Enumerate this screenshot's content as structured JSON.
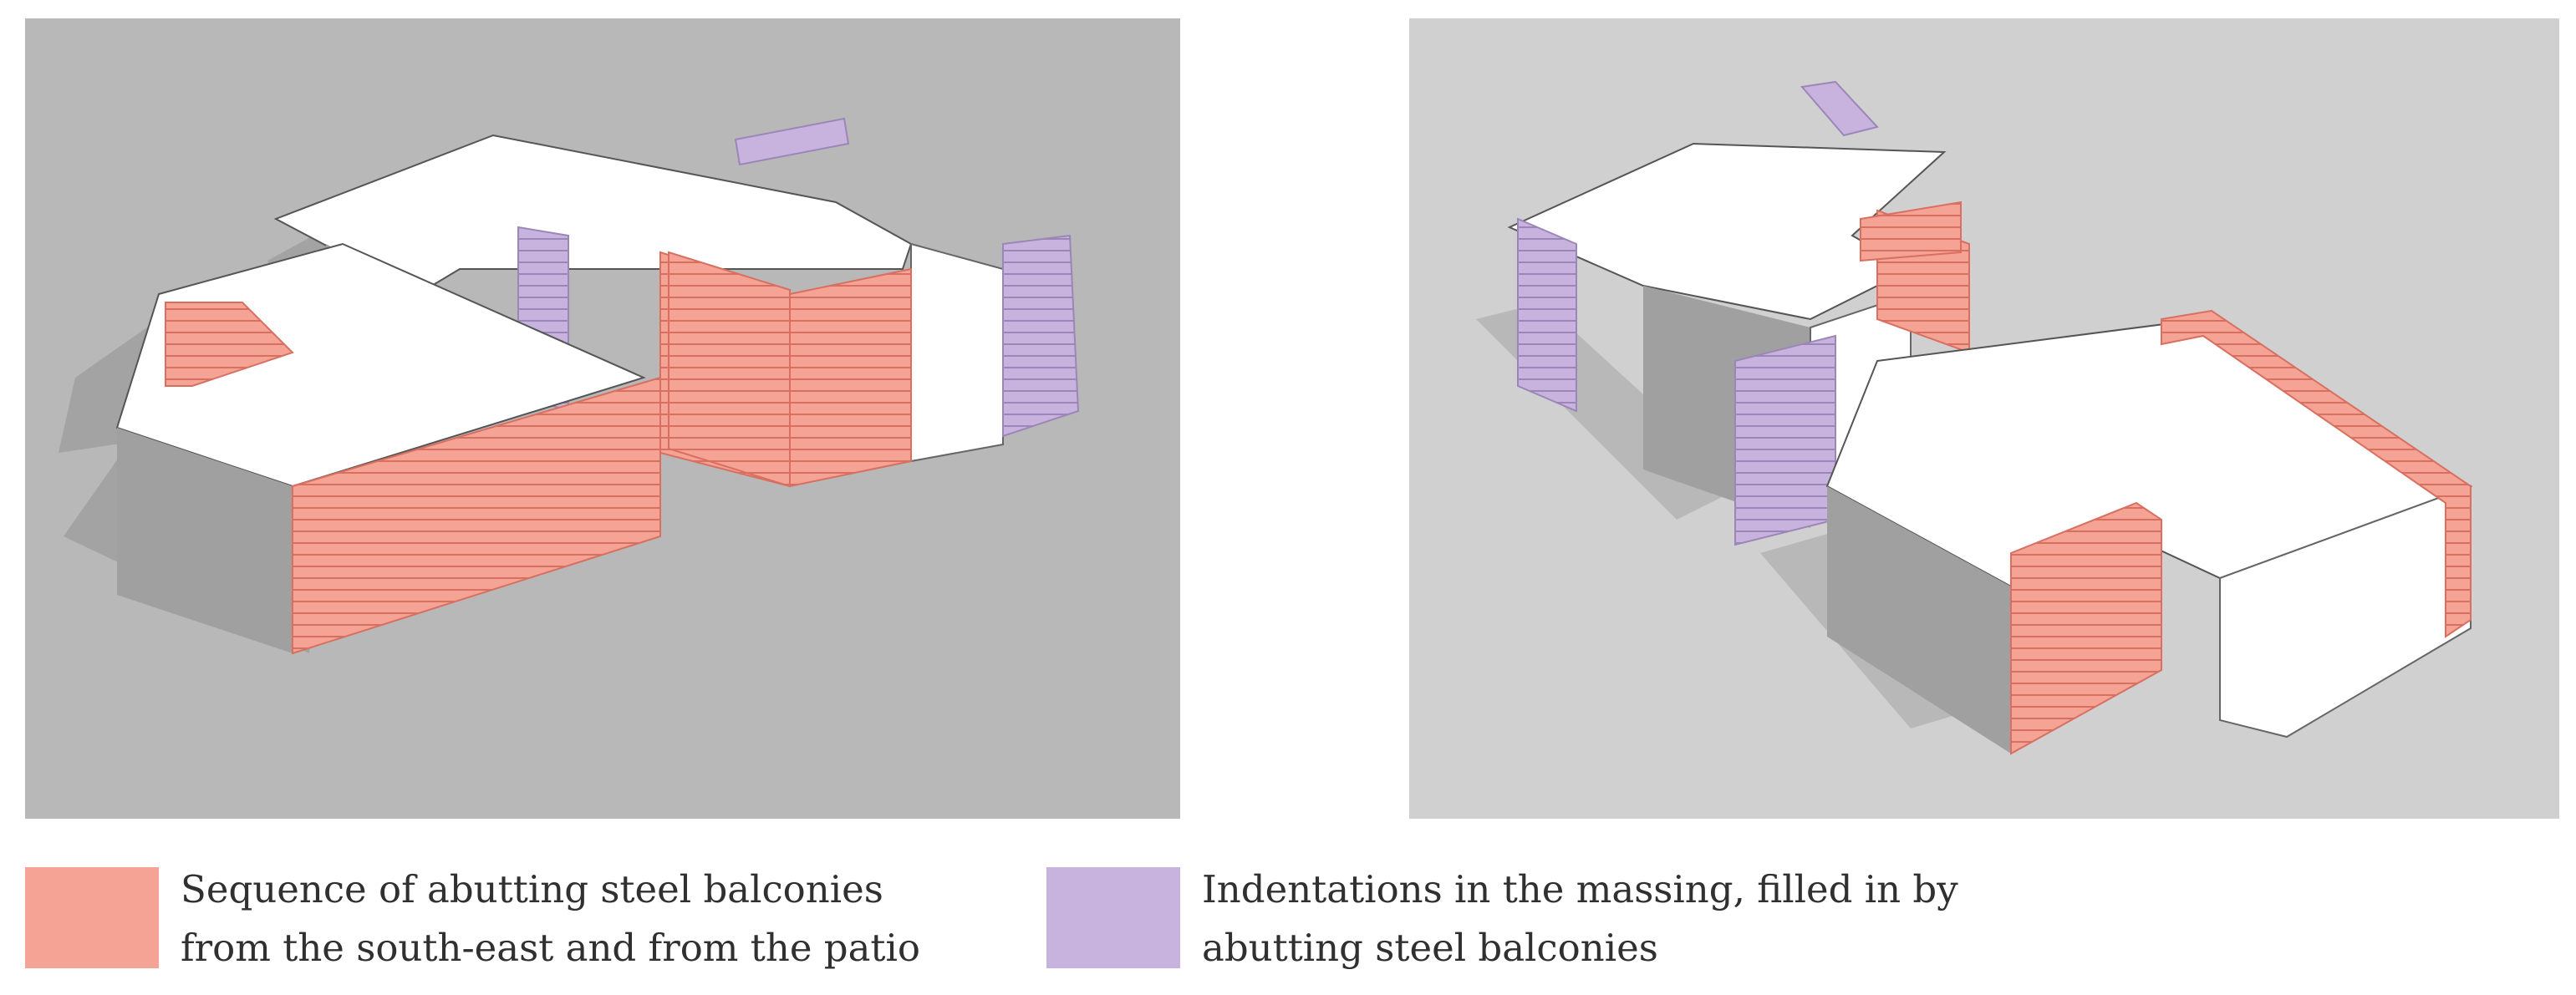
{
  "colors": {
    "balcony_sequence": "#f4a394",
    "balcony_sequence_edge": "#d96f60",
    "indentation_balcony": "#c8b3de",
    "indentation_balcony_edge": "#9b86b8",
    "ground_left": "#b8b8b8",
    "ground_right": "#d0d0d0",
    "roof": "#ffffff",
    "wall_shade": "#9c9c9c",
    "shadow": "#a3a3a3",
    "text": "#303030"
  },
  "legend": [
    {
      "key": "balcony_sequence",
      "lines": [
        "Sequence of abutting steel balconies",
        "from the south-east and from the patio"
      ]
    },
    {
      "key": "indentation_balcony",
      "lines": [
        "Indentations in the massing, filled in by",
        "abutting steel balconies"
      ]
    }
  ]
}
